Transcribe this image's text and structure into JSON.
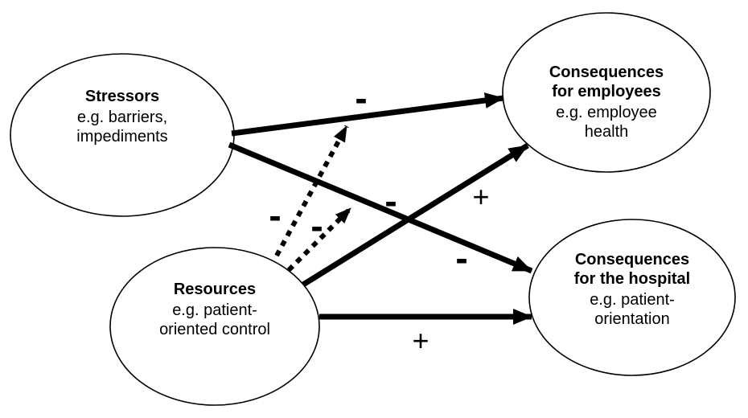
{
  "figure": {
    "type": "conceptual-model-diagram",
    "colors": {
      "ink": "#000000",
      "background": "#ffffff"
    },
    "nodes": {
      "stressors": {
        "title_lines": [
          "Stressors"
        ],
        "subtitle_lines": [
          "e.g. barriers,",
          "impediments"
        ]
      },
      "resources": {
        "title_lines": [
          "Resources"
        ],
        "subtitle_lines": [
          "e.g. patient-",
          "oriented control"
        ]
      },
      "employees": {
        "title_lines": [
          "Consequences",
          "for employees"
        ],
        "subtitle_lines": [
          "e.g. employee",
          "health"
        ]
      },
      "hospital": {
        "title_lines": [
          "Consequences",
          "for the hospital"
        ],
        "subtitle_lines": [
          "e.g. patient-",
          "orientation"
        ]
      }
    },
    "edges": [
      {
        "from": "Stressors",
        "to": "Consequences for employees",
        "style": "solid",
        "sign": "-"
      },
      {
        "from": "Stressors",
        "to": "Consequences for the hospital",
        "style": "solid",
        "sign": "-"
      },
      {
        "from": "Resources",
        "to": "Consequences for employees",
        "style": "solid",
        "sign": "+"
      },
      {
        "from": "Resources",
        "to": "Consequences for the hospital",
        "style": "solid",
        "sign": "+"
      },
      {
        "from": "Resources",
        "to": "path Stressors-Consequences for employees",
        "style": "dashed",
        "sign": "-"
      },
      {
        "from": "Resources",
        "to": "path Stressors-Consequences for the hospital",
        "style": "dashed",
        "sign": "-"
      }
    ],
    "sign_labels": [
      {
        "text": "-",
        "annotates": "Stressors to Consequences for employees"
      },
      {
        "text": "-",
        "annotates": "dashed moderator toward Stressors-employees path"
      },
      {
        "text": "-",
        "annotates": "dashed moderator toward Stressors-hospital path"
      },
      {
        "text": "-",
        "annotates": "Stressors to Consequences for the hospital (upper)"
      },
      {
        "text": "-",
        "annotates": "Stressors to Consequences for the hospital (lower)"
      },
      {
        "text": "+",
        "annotates": "Resources to Consequences for employees"
      },
      {
        "text": "+",
        "annotates": "Resources to Consequences for the hospital"
      }
    ]
  }
}
